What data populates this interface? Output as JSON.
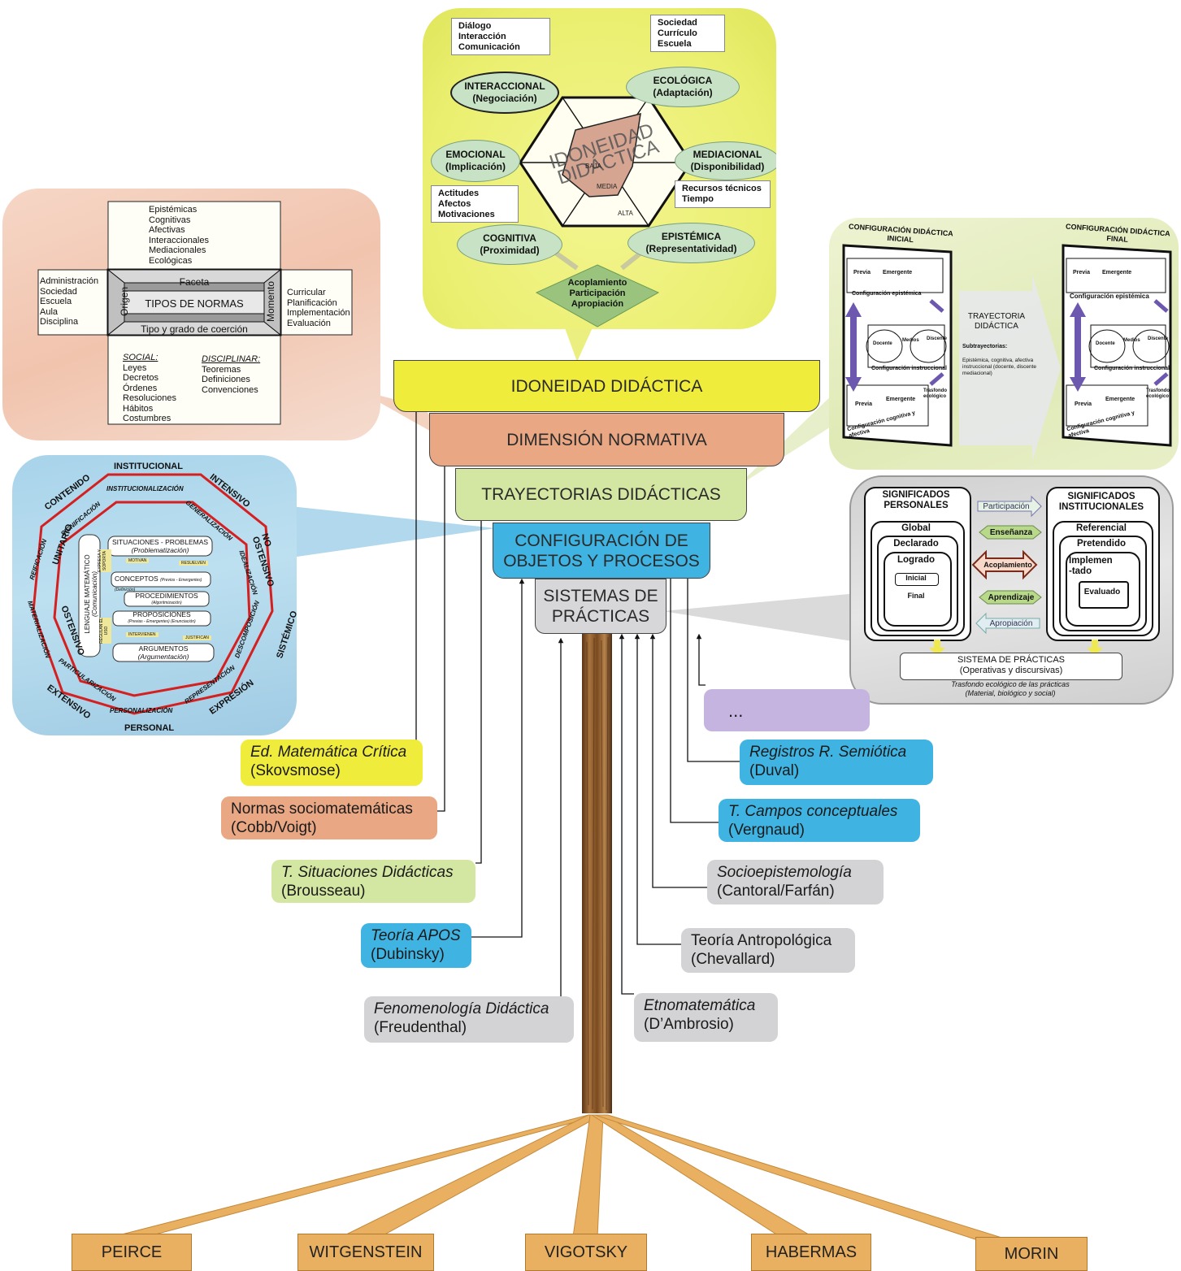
{
  "idoneidad_bubble": {
    "center_title": "IDONEIDAD DIDÁCTICA",
    "levels": [
      "BAJA",
      "MEDIA",
      "ALTA"
    ],
    "dimensions": [
      {
        "name": "INTERACCIONAL",
        "sub": "(Negociación)"
      },
      {
        "name": "ECOLÓGICA",
        "sub": "(Adaptación)"
      },
      {
        "name": "EMOCIONAL",
        "sub": "(Implicación)"
      },
      {
        "name": "MEDIACIONAL",
        "sub": "(Disponibilidad)"
      },
      {
        "name": "COGNITIVA",
        "sub": "(Proximidad)"
      },
      {
        "name": "EPISTÉMICA",
        "sub": "(Representatividad)"
      }
    ],
    "notes": {
      "interaccional": [
        "Diálogo",
        "Interacción",
        "Comunicación"
      ],
      "ecologica": [
        "Sociedad",
        "Currículo",
        "Escuela"
      ],
      "emocional": [
        "Actitudes",
        "Afectos",
        "Motivaciones"
      ],
      "mediacional": [
        "Recursos técnicos",
        "Tiempo"
      ]
    },
    "diamond": [
      "Acoplamiento",
      "Participación",
      "Apropiación"
    ]
  },
  "normas_bubble": {
    "top_list": [
      "Epistémicas",
      "Cognitivas",
      "Afectivas",
      "Interaccionales",
      "Mediacionales",
      "Ecológicas"
    ],
    "left_list": [
      "Administración",
      "Sociedad",
      "Escuela",
      "Aula",
      "Disciplina"
    ],
    "right_list": [
      "Curricular",
      "Planificación",
      "Implementación",
      "Evaluación"
    ],
    "faceta": "Faceta",
    "center": "TIPOS DE NORMAS",
    "origen": "Origen",
    "momento": "Momento",
    "bottom_label": "Tipo y grado de coerción",
    "social_title": "SOCIAL:",
    "social": [
      "Leyes",
      "Decretos",
      "Órdenes",
      "Resoluciones",
      "Hábitos",
      "Costumbres"
    ],
    "disciplinar_title": "DISCIPLINAR:",
    "disciplinar": [
      "Teoremas",
      "Definiciones",
      "Convenciones"
    ]
  },
  "procesos_bubble": {
    "outer": [
      "INSTITUCIONAL",
      "INTENSIVO",
      "NO OSTENSIVO",
      "SISTÉMICO",
      "EXPRESIÓN",
      "PERSONAL",
      "EXTENSIVO",
      "OSTENSIVO",
      "UNITARIO",
      "CONTENIDO"
    ],
    "processes": [
      "INSTITUCIONALIZACIÓN",
      "GENERALIZACIÓN",
      "IDEALIZACIÓN",
      "DESCOMPOSICIÓN",
      "REPRESENTACIÓN",
      "PERSONALIZACIÓN",
      "PARTICULARIZACIÓN",
      "MATERIALIZACIÓN",
      "REIFICACIÓN",
      "SIGNIFICACIÓN"
    ],
    "lenguaje": "LENGUAJE MATEMÁTICO",
    "lenguaje_sub": "(Comunicación)",
    "objects": [
      {
        "name": "SITUACIONES - PROBLEMAS",
        "sub": "(Problematización)"
      },
      {
        "name": "CONCEPTOS",
        "sub": "(Previos - Emergentes) (Definición)"
      },
      {
        "name": "PROCEDIMIENTOS",
        "sub": "(Algoritmización)"
      },
      {
        "name": "PROPOSICIONES",
        "sub": "(Previas - Emergentes) (Enunciación)"
      },
      {
        "name": "ARGUMENTOS",
        "sub": "(Argumentación)"
      }
    ],
    "links": [
      "MOTIVAN",
      "RESUELVEN",
      "INTERVIENEN",
      "JUSTIFICAN",
      "EXPRESA Y SOPORTA",
      "REGULAN EL USO"
    ]
  },
  "trayectoria_bubble": {
    "inicial_title": "CONFIGURACIÓN DIDÁCTICA INICIAL",
    "final_title": "CONFIGURACIÓN DIDÁCTICA FINAL",
    "previa": "Previa",
    "emergente": "Emergente",
    "conf_epistemica": "Configuración epistémica",
    "docente": "Docente",
    "medios": "Medios",
    "discente": "Discente",
    "conf_instruccional": "Configuración instruccional",
    "conf_cognitiva": "Configuración cognitiva y afectiva",
    "trasfondo": "Trasfondo ecológico",
    "arrow_title": "TRAYECTORIA DIDÁCTICA",
    "subtrayectorias": "Subtrayectorias:",
    "subtrayectorias_text": "Epistémica, cognitiva, afectiva instruccional (docente, discente mediacional)"
  },
  "significados_bubble": {
    "personales_title": "SIGNIFICADOS PERSONALES",
    "personales": [
      "Global",
      "Declarado",
      "Logrado",
      "Inicial",
      "Final"
    ],
    "institucionales_title": "SIGNIFICADOS INSTITUCIONALES",
    "institucionales": [
      "Referencial",
      "Pretendido",
      "Implemen-tado",
      "Evaluado"
    ],
    "arrows": [
      "Participación",
      "Enseñanza",
      "Acoplamiento",
      "Aprendizaje",
      "Apropiación"
    ],
    "sistema_title": "SISTEMA DE PRÁCTICAS",
    "sistema_sub": "(Operativas y discursivas)",
    "trasfondo": "Trasfondo ecológico de las prácticas",
    "trasfondo_sub": "(Material, biológico y social)"
  },
  "tiers": [
    {
      "id": "idoneidad",
      "label": "IDONEIDAD DIDÁCTICA",
      "color": "#f0ec3c"
    },
    {
      "id": "normativa",
      "label": "DIMENSIÓN NORMATIVA",
      "color": "#e9a784"
    },
    {
      "id": "trayectorias",
      "label": "TRAYECTORIAS DIDÁCTICAS",
      "color": "#d4e7a2"
    },
    {
      "id": "configuracion",
      "label": "CONFIGURACIÓN DE\nOBJETOS Y PROCESOS",
      "color": "#3fb4e3"
    },
    {
      "id": "sistemas",
      "label": "SISTEMAS DE\nPRÁCTICAS",
      "color": "#d7d7d9"
    }
  ],
  "theories": [
    {
      "id": "skovsmose",
      "name": "Ed. Matemática Crítica",
      "author": "(Skovsmose)",
      "italic": true,
      "color": "#f0ec3c"
    },
    {
      "id": "cobb",
      "name": "Normas sociomatemáticas",
      "author": "(Cobb/Voigt)",
      "italic": false,
      "color": "#e9a784"
    },
    {
      "id": "brousseau",
      "name": "T. Situaciones Didácticas",
      "author": "(Brousseau)",
      "italic": true,
      "color": "#d4e7a2"
    },
    {
      "id": "dubinsky",
      "name": "Teoría APOS",
      "author": "(Dubinsky)",
      "italic": true,
      "color": "#3fb4e3"
    },
    {
      "id": "freudenthal",
      "name": "Fenomenología Didáctica",
      "author": "(Freudenthal)",
      "italic": true,
      "color": "#d3d3d5"
    },
    {
      "id": "more",
      "name": "...",
      "author": "",
      "italic": false,
      "color": "#c4b4df"
    },
    {
      "id": "duval",
      "name": "Registros R. Semiótica",
      "author": "(Duval)",
      "italic": true,
      "color": "#3fb4e3"
    },
    {
      "id": "vergnaud",
      "name": "T. Campos conceptuales",
      "author": "(Vergnaud)",
      "italic": true,
      "color": "#3fb4e3"
    },
    {
      "id": "cantoral",
      "name": "Socioepistemología",
      "author": "(Cantoral/Farfán)",
      "italic": true,
      "color": "#d3d3d5"
    },
    {
      "id": "chevallard",
      "name": "Teoría Antropológica",
      "author": "(Chevallard)",
      "italic": false,
      "color": "#d3d3d5"
    },
    {
      "id": "dambrosio",
      "name": "Etnomatemática",
      "author": "(D’Ambrosio)",
      "italic": true,
      "color": "#d3d3d5"
    }
  ],
  "roots": [
    "PEIRCE",
    "WITGENSTEIN",
    "VIGOTSKY",
    "HABERMAS",
    "MORIN"
  ]
}
